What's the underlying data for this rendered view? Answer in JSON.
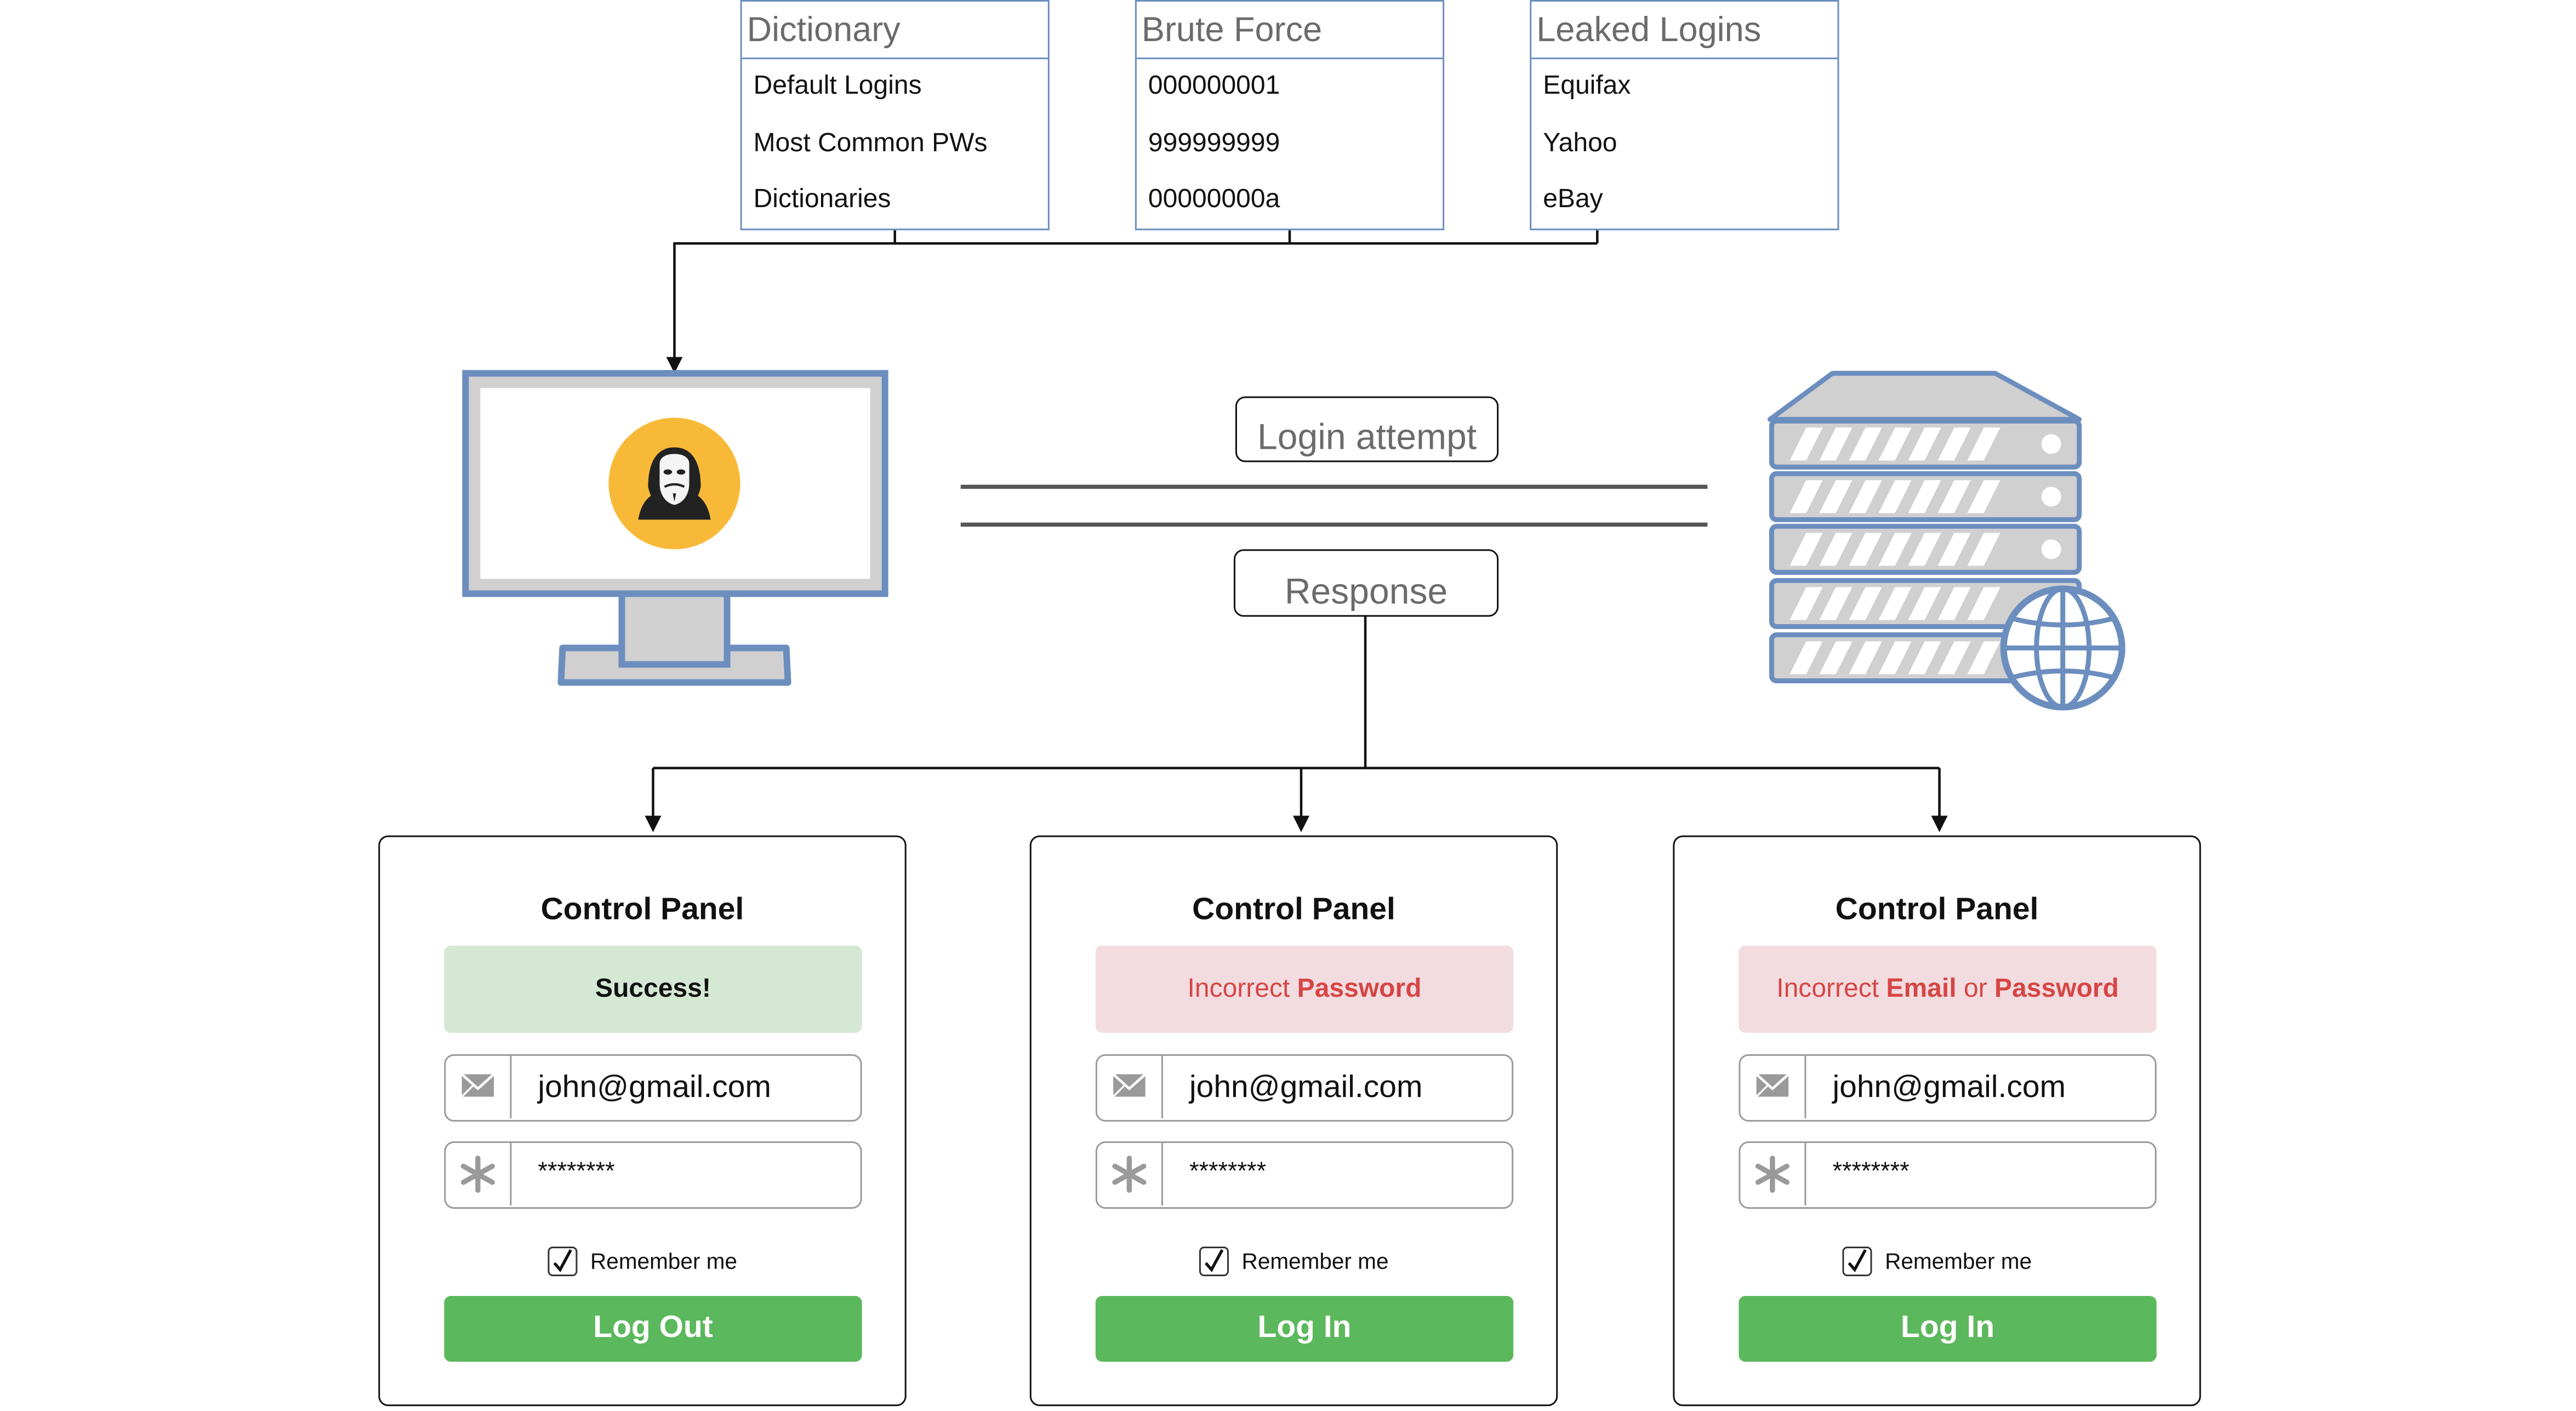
{
  "sources": [
    {
      "title": "Dictionary",
      "items": [
        "Default Logins",
        "Most Common PWs",
        "Dictionaries"
      ]
    },
    {
      "title": "Brute Force",
      "items": [
        "000000001",
        "999999999",
        "00000000a"
      ]
    },
    {
      "title": "Leaked Logins",
      "items": [
        "Equifax",
        "Yahoo",
        "eBay"
      ]
    }
  ],
  "wire": {
    "request_label": "Login attempt",
    "response_label": "Response"
  },
  "panels": [
    {
      "title": "Control Panel",
      "alert_type": "success",
      "alert_text": "Success!",
      "email": "john@gmail.com",
      "password": "********",
      "remember_label": "Remember me",
      "button_label": "Log Out"
    },
    {
      "title": "Control Panel",
      "alert_type": "error",
      "alert_prefix": "Incorrect ",
      "alert_strong": "Password",
      "email": "john@gmail.com",
      "password": "********",
      "remember_label": "Remember me",
      "button_label": "Log In"
    },
    {
      "title": "Control Panel",
      "alert_type": "error",
      "alert_prefix": "Incorrect ",
      "alert_strong": "Email",
      "alert_middle": " or ",
      "alert_strong2": "Password",
      "email": "john@gmail.com",
      "password": "********",
      "remember_label": "Remember me",
      "button_label": "Log In"
    }
  ],
  "icons": {
    "attacker": "anonymous-hacker-icon",
    "computer": "monitor-icon",
    "server": "server-rack-icon",
    "globe": "globe-icon",
    "email": "envelope-icon",
    "password": "asterisk-icon",
    "checkbox": "checkmark-icon"
  },
  "colors": {
    "outline_blue": "#6c8ebf",
    "screen_gray": "#d0d0d0",
    "avatar_orange": "#f9b938",
    "success_bg": "#d5e8d4",
    "error_bg": "#f2dcdf",
    "error_text": "#d64545",
    "button_green": "#5cb85c"
  }
}
